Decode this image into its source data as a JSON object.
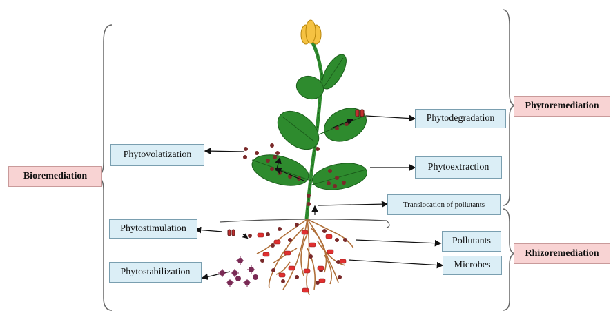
{
  "labels": {
    "bioremediation": "Bioremediation",
    "phytoremediation": "Phytoremediation",
    "rhizoremediation": "Rhizoremediation",
    "phytovolatization": "Phytovolatization",
    "phytodegradation": "Phytodegradation",
    "phytoextraction": "Phytoextraction",
    "translocation": "Translocation of pollutants",
    "phytostimulation": "Phytostimulation",
    "pollutants": "Pollutants",
    "microbes": "Microbes",
    "phytostabilization": "Phytostabilization"
  },
  "colors": {
    "leaf": "#2e8b2e",
    "leaf_dark": "#1b5e1b",
    "flower": "#f5c242",
    "root": "#b0703a",
    "pollutant": "#7a2a2a",
    "microbe": "#e03030",
    "virus": "#7a2a55",
    "label_box": "#dbeef6",
    "category_box": "#f8d3d3"
  }
}
